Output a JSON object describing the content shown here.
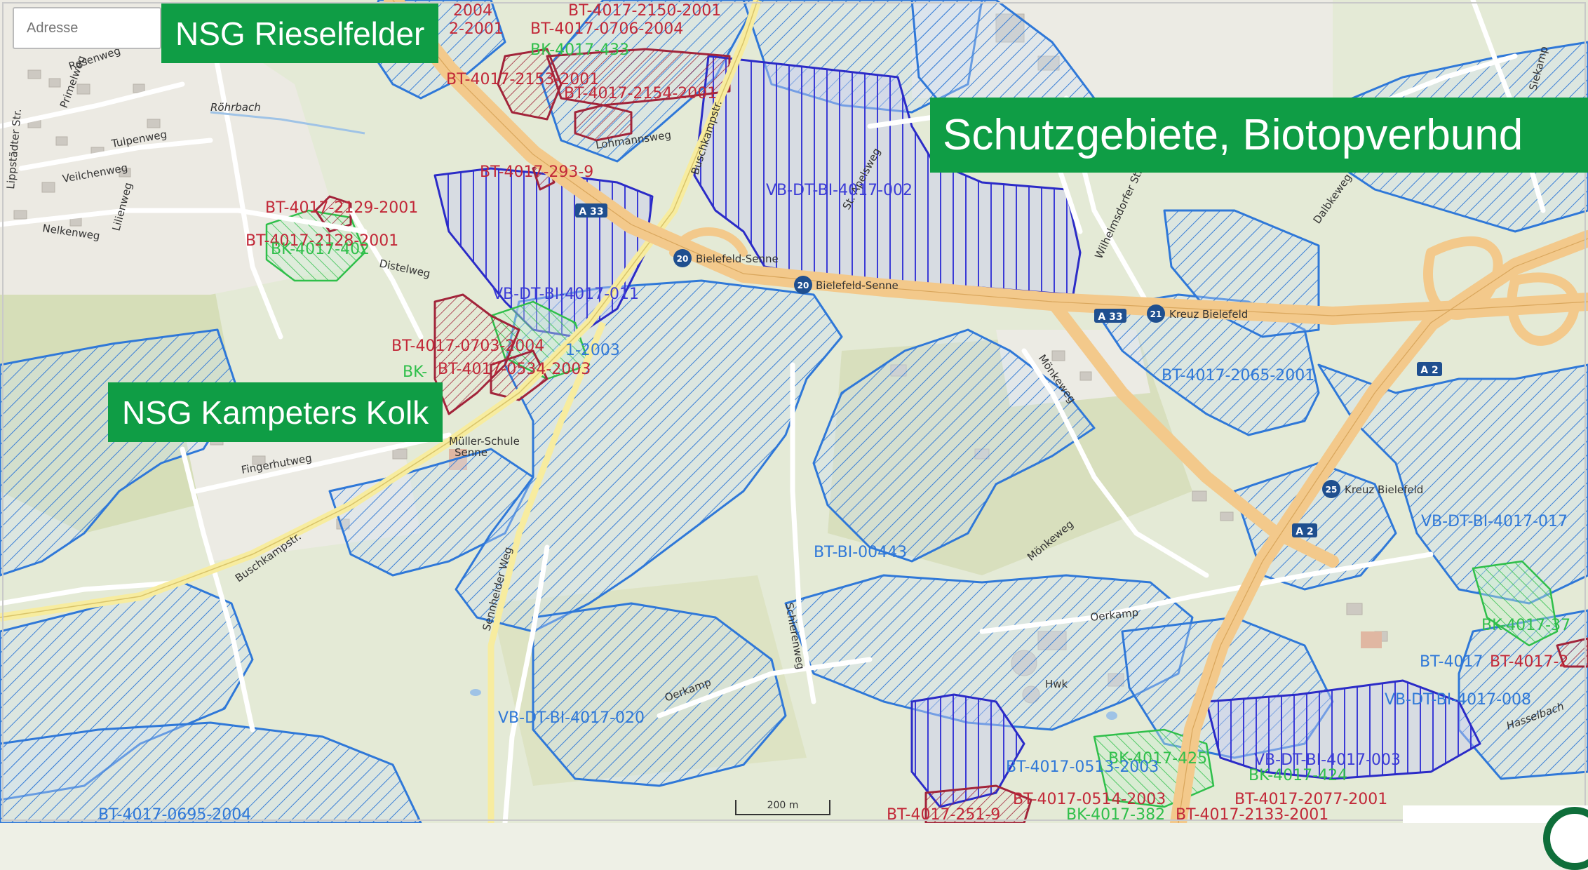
{
  "search": {
    "placeholder": "Adresse"
  },
  "overlays": {
    "title": "Schutzgebiete, Biotopverbund",
    "nsg_rieselfelder": "NSG Rieselfelder",
    "nsg_kampeters_kolk": "NSG Kampeters Kolk"
  },
  "colors": {
    "badge_green": "#0f9d45",
    "zone_blue": "#2f78d8",
    "zone_indigo": "#3b3bd6",
    "zone_red": "#c22838",
    "zone_green": "#2fbf4a",
    "motorway": "#f3c98b"
  },
  "zone_labels": {
    "bt_2150": "BT-4017-2150-2001",
    "bt_0706": "BT-4017-0706-2004",
    "bk_433": "BK-4017-433",
    "bt_2153": "BT-4017-2153-2001",
    "bt_2154": "BT-4017-2154-2001",
    "bt_293": "BT-4017-293-9",
    "bt_2129": "BT-4017-2129-2001",
    "bt_2128": "BT-4017-2128-2001",
    "bk_402": "BK-4017-402",
    "vb_011": "VB-DT-BI-4017-011",
    "vb_002": "VB-DT-BI-4017-002",
    "bt_0703": "BT-4017-0703-2004",
    "bt_0534": "BT-4017-0534-2003",
    "bk_left": "BK-",
    "bt_2003_blue": "1-2003",
    "bt_2065": "BT-4017-2065-2001",
    "vb_017": "VB-DT-BI-4017-017",
    "bt_bi_00443": "BT-BI-00443",
    "bk_37": "BK-4017-37",
    "bt_4017_right": "BT-4017",
    "bt_4017_red_right": "BT-4017-2",
    "vb_008": "VB-DT-BI-4017-008",
    "vb_020": "VB-DT-BI-4017-020",
    "vb_003": "VB-DT-BI-4017-003",
    "bk_424": "BK-4017-424",
    "bk_425": "BK-4017-425",
    "bt_0513": "BT-4017-0513-2003",
    "bt_0514": "BT-4017-0514-2003",
    "bt_2077": "BT-4017-2077-2001",
    "bt_251": "BT-4017-251-9",
    "bt_2133": "BT-4017-2133-2001",
    "bt_0695": "BT-4017-0695-2004",
    "bk_382": "BK-4017-382",
    "top_2004": "2004",
    "top_2001": "2-2001"
  },
  "streets": {
    "rosenweg": "Rosenweg",
    "primelweg": "Primelweg",
    "tulpenweg": "Tulpenweg",
    "veilchenweg": "Veilchenweg",
    "nelkenweg": "Nelkenweg",
    "lilienweg": "Lilienweg",
    "lippstaedter": "Lippstädter Str.",
    "roehrbach": "Röhrbach",
    "distelweg": "Distelweg",
    "lohmannsweg": "Lohmannsweg",
    "buschkampstr": "Buschkampstr.",
    "buschkampstr_low": "Buschkampstr.",
    "st_apelsweg": "St. Apelsweg",
    "wilhelmsdorfer": "Wilhelmsdorfer Str.",
    "dalbkeweg": "Dalbkeweg",
    "siekamp": "Siekamp",
    "monkeweg": "Mönkeweg",
    "monkeweg_low": "Mönkeweg",
    "oerkamp": "Oerkamp",
    "oerkamp_low": "Oerkamp",
    "fingerhutweg": "Fingerhutweg",
    "sennheider": "Sennheider Weg",
    "schierenweg": "Schierenweg",
    "hasselbach": "Hasselbach",
    "school": "Müller-Schule",
    "school2": "Senne",
    "hwk": "Hwk"
  },
  "junctions": {
    "j20_a": {
      "num": "20",
      "name": "Bielefeld-Senne"
    },
    "j20_b": {
      "num": "20",
      "name": "Bielefeld-Senne"
    },
    "j21": {
      "num": "21",
      "name": "Kreuz Bielefeld"
    },
    "j25": {
      "num": "25",
      "name": "Kreuz Bielefeld"
    }
  },
  "shields": {
    "a33_top": "A 33",
    "a33_mid": "A 33",
    "a2_right": "A 2",
    "a2_low": "A 2"
  },
  "scale": {
    "label": "200 m"
  }
}
